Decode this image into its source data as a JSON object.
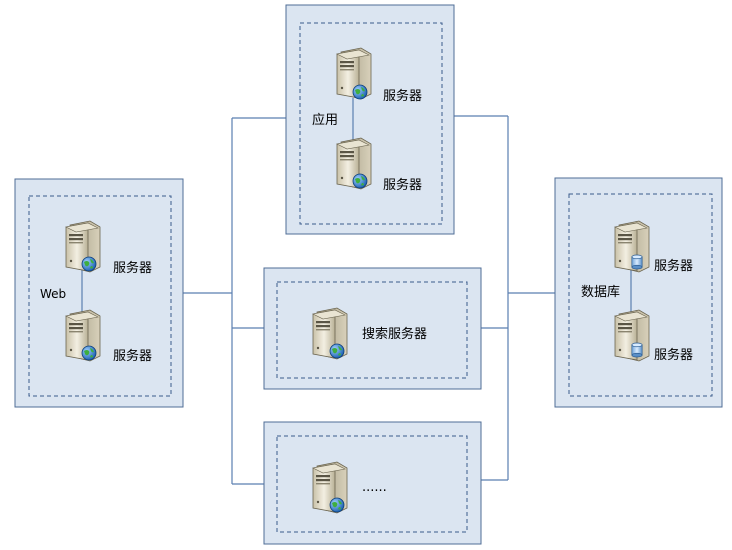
{
  "nodes": {
    "web": {
      "group_label": "Web",
      "server_top": "服务器",
      "server_bottom": "服务器",
      "server_icon": "web-server-icon"
    },
    "app": {
      "group_label": "应用",
      "server_top": "服务器",
      "server_bottom": "服务器",
      "server_icon": "web-server-icon"
    },
    "search": {
      "label": "搜索服务器",
      "server_icon": "web-server-icon"
    },
    "other": {
      "label": "......",
      "server_icon": "web-server-icon"
    },
    "db": {
      "group_label": "数据库",
      "server_top": "服务器",
      "server_bottom": "服务器",
      "server_icon": "database-server-icon"
    }
  },
  "colors": {
    "box_fill": "#dbe5f1",
    "box_border": "#4f6d96",
    "dashed": "#3a5a8c",
    "connector": "#5b7fb0"
  }
}
